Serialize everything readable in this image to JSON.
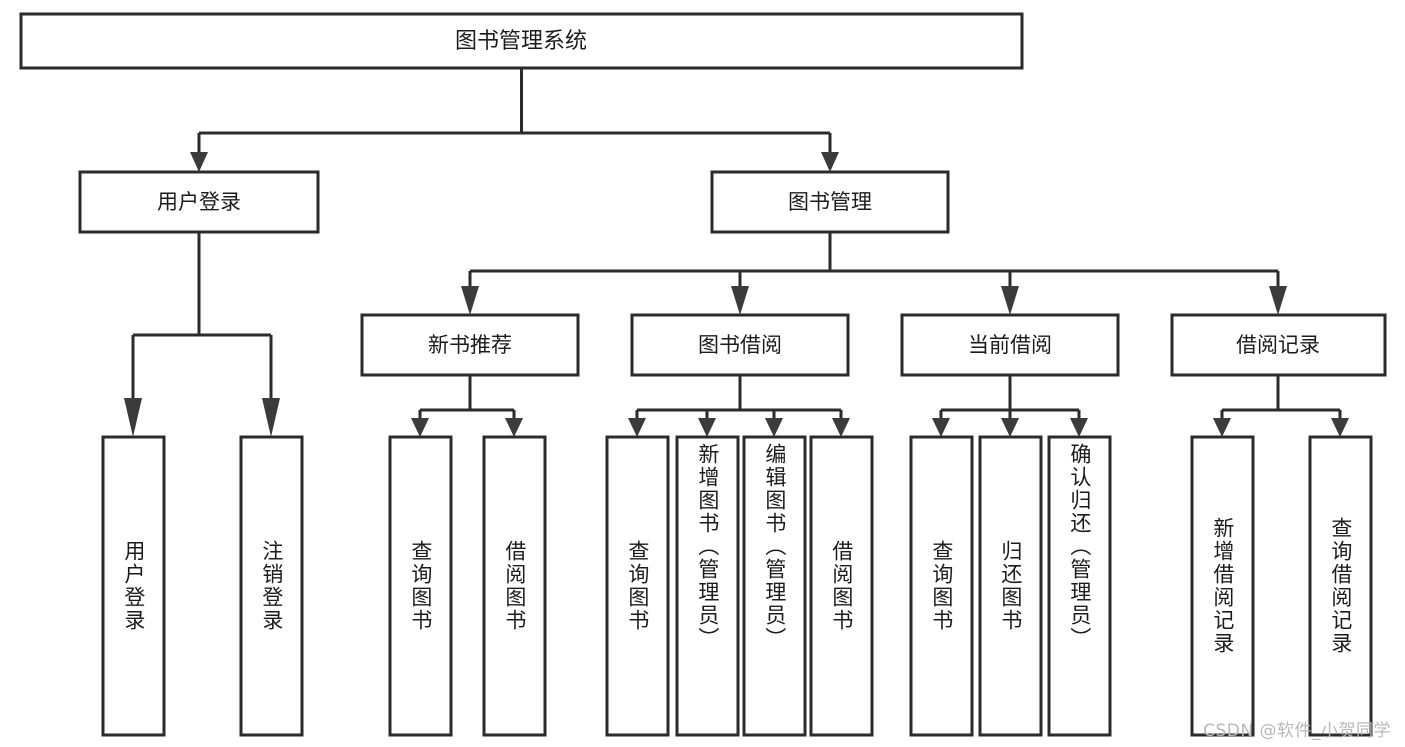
{
  "diagram": {
    "kind": "tree-hierarchy-chart",
    "title": "图书管理系统",
    "watermark": "CSDN @软件_小贺同学",
    "colors": {
      "box_stroke": "#2b2b2b",
      "box_fill": "#ffffff",
      "connector": "#2b2b2b",
      "arrow": "#3b3b3b",
      "text": "#1c1c1c",
      "watermark": "#b9b9b9",
      "background": "#ffffff"
    },
    "levels": {
      "root": "图书管理系统",
      "level2": [
        "用户登录",
        "图书管理"
      ],
      "level3": [
        "新书推荐",
        "图书借阅",
        "当前借阅",
        "借阅记录"
      ]
    },
    "nodes": {
      "root": {
        "label": "图书管理系统",
        "orientation": "horizontal"
      },
      "user_login": {
        "label": "用户登录",
        "orientation": "horizontal"
      },
      "book_manage": {
        "label": "图书管理",
        "orientation": "horizontal"
      },
      "new_book_rec": {
        "label": "新书推荐",
        "orientation": "horizontal"
      },
      "book_borrow": {
        "label": "图书借阅",
        "orientation": "horizontal"
      },
      "current_borrow": {
        "label": "当前借阅",
        "orientation": "horizontal"
      },
      "borrow_record": {
        "label": "借阅记录",
        "orientation": "horizontal"
      },
      "leaf_user_login": {
        "label": "用户登录",
        "orientation": "vertical"
      },
      "leaf_logout": {
        "label": "注销登录",
        "orientation": "vertical"
      },
      "leaf_query_book_a": {
        "label": "查询图书",
        "orientation": "vertical"
      },
      "leaf_borrow_book_a": {
        "label": "借阅图书",
        "orientation": "vertical"
      },
      "leaf_query_book_b": {
        "label": "查询图书",
        "orientation": "vertical"
      },
      "leaf_add_book": {
        "label": "新增图书（管理员）",
        "orientation": "vertical"
      },
      "leaf_edit_book": {
        "label": "编辑图书（管理员）",
        "orientation": "vertical"
      },
      "leaf_borrow_book_b": {
        "label": "借阅图书",
        "orientation": "vertical"
      },
      "leaf_query_book_c": {
        "label": "查询图书",
        "orientation": "vertical"
      },
      "leaf_return_book": {
        "label": "归还图书",
        "orientation": "vertical"
      },
      "leaf_confirm_return": {
        "label": "确认归还（管理员）",
        "orientation": "vertical"
      },
      "leaf_add_record": {
        "label": "新增借阅记录",
        "orientation": "vertical"
      },
      "leaf_query_record": {
        "label": "查询借阅记录",
        "orientation": "vertical"
      }
    },
    "edges": [
      {
        "from": "root",
        "to": "user_login"
      },
      {
        "from": "root",
        "to": "book_manage"
      },
      {
        "from": "user_login",
        "to": "leaf_user_login"
      },
      {
        "from": "user_login",
        "to": "leaf_logout"
      },
      {
        "from": "book_manage",
        "to": "new_book_rec"
      },
      {
        "from": "book_manage",
        "to": "book_borrow"
      },
      {
        "from": "book_manage",
        "to": "current_borrow"
      },
      {
        "from": "book_manage",
        "to": "borrow_record"
      },
      {
        "from": "new_book_rec",
        "to": "leaf_query_book_a"
      },
      {
        "from": "new_book_rec",
        "to": "leaf_borrow_book_a"
      },
      {
        "from": "book_borrow",
        "to": "leaf_query_book_b"
      },
      {
        "from": "book_borrow",
        "to": "leaf_add_book"
      },
      {
        "from": "book_borrow",
        "to": "leaf_edit_book"
      },
      {
        "from": "book_borrow",
        "to": "leaf_borrow_book_b"
      },
      {
        "from": "current_borrow",
        "to": "leaf_query_book_c"
      },
      {
        "from": "current_borrow",
        "to": "leaf_return_book"
      },
      {
        "from": "current_borrow",
        "to": "leaf_confirm_return"
      },
      {
        "from": "borrow_record",
        "to": "leaf_add_record"
      },
      {
        "from": "borrow_record",
        "to": "leaf_query_record"
      }
    ]
  }
}
